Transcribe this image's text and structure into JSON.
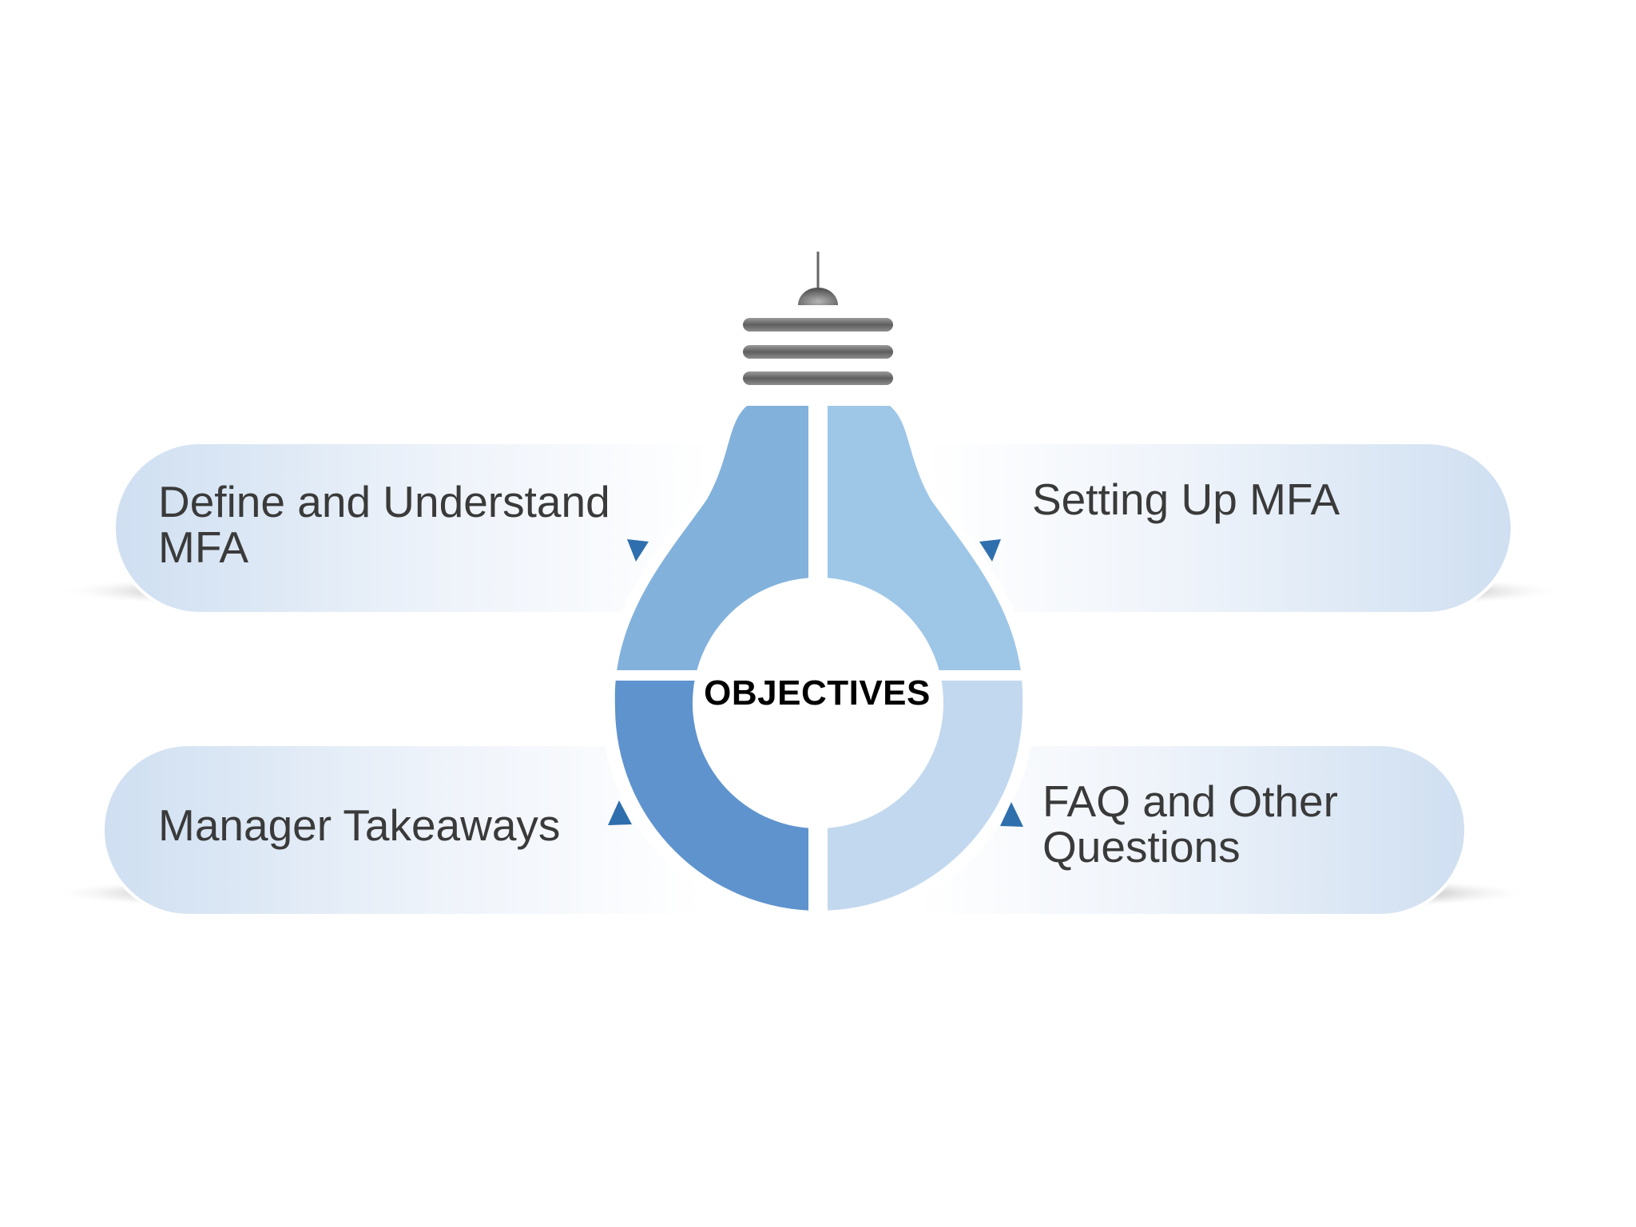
{
  "diagram": {
    "center_label": "OBJECTIVES",
    "items": [
      {
        "label": "Define and Understand\nMFA"
      },
      {
        "label": "Setting Up MFA"
      },
      {
        "label": "Manager Takeaways"
      },
      {
        "label": "FAQ and Other\nQuestions"
      }
    ]
  },
  "colors": {
    "segment_top_left": "#82b2db",
    "segment_top_right": "#9ec6e7",
    "segment_bottom_left": "#5e93cd",
    "segment_bottom_right": "#c2d8ef",
    "pill_fill": "#dde8f5",
    "pointer": "#2f6fad",
    "socket": "#777777",
    "text": "#3a3a3a"
  }
}
